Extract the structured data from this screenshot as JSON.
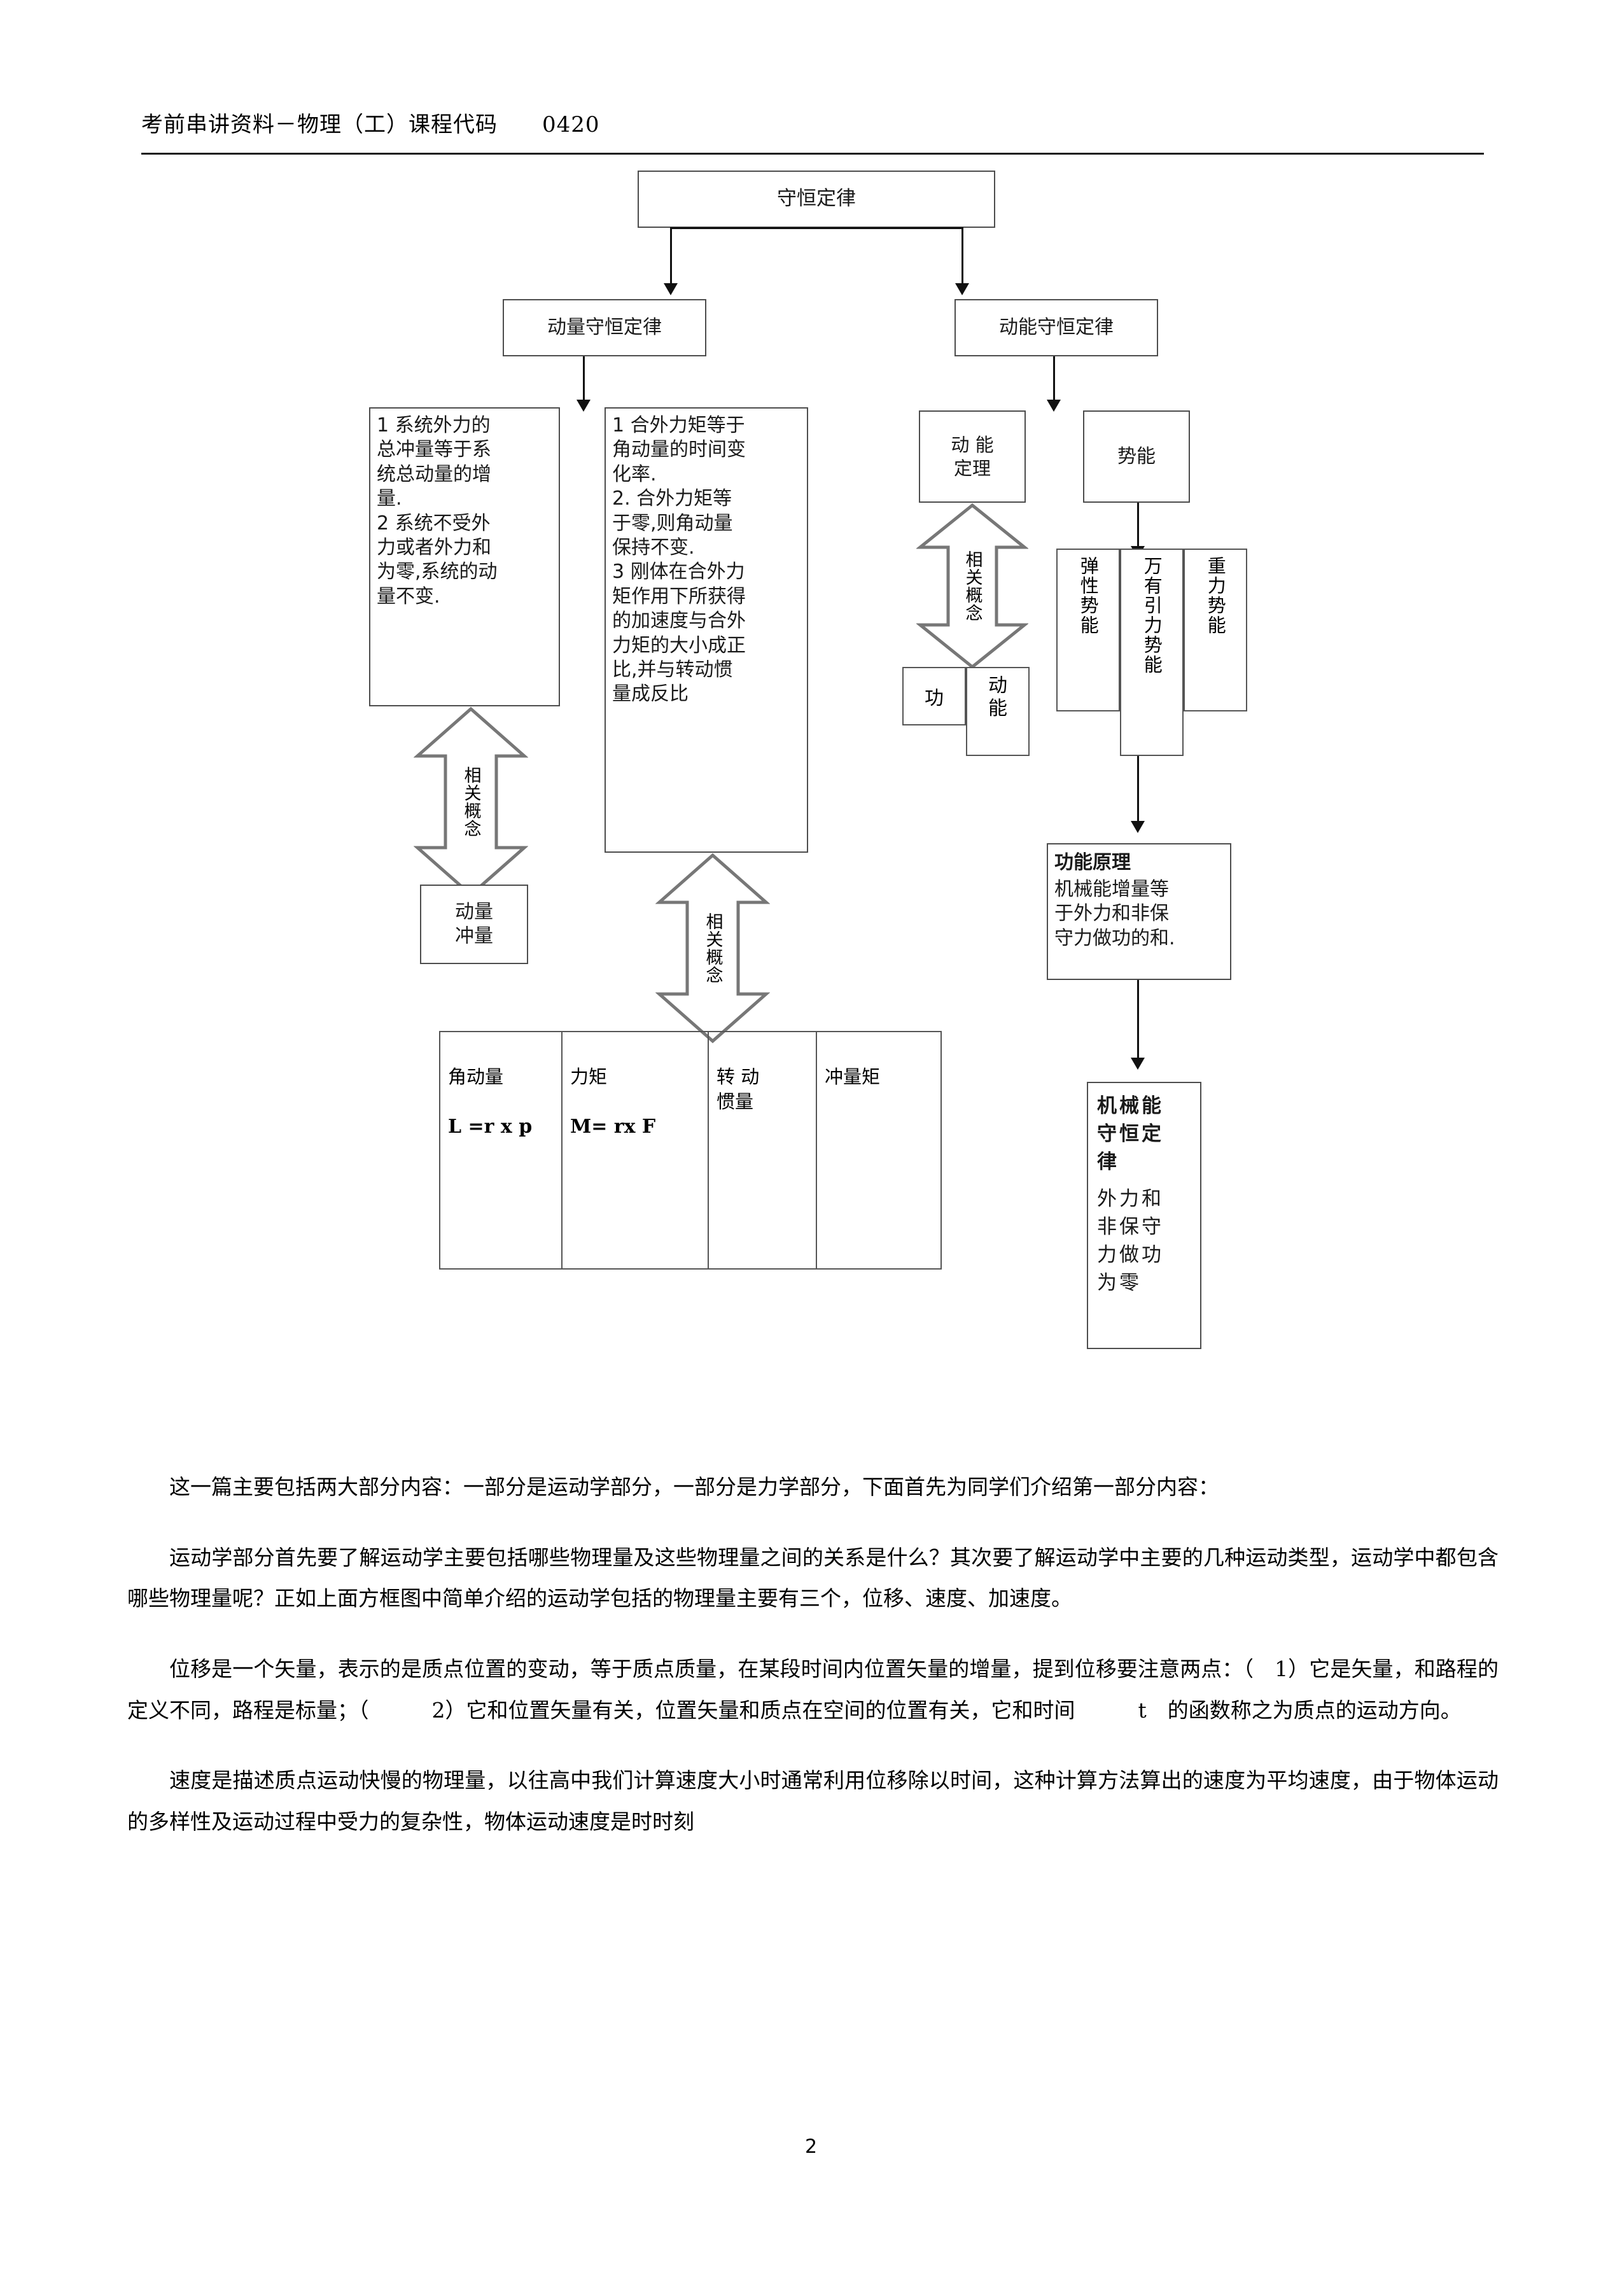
{
  "header": {
    "title": "考前串讲资料－物理（工）课程代码　　0420"
  },
  "diagram": {
    "title": "守恒定律",
    "root": "守恒定律",
    "level2": {
      "left": "动量守恒定律",
      "right": "动能守恒定律"
    },
    "momentum_laws": "1  系统外力的\n总冲量等于系\n统总动量的增\n量.\n2  系统不受外\n力或者外力和\n为零,系统的动\n量不变.",
    "angular_laws": "1  合外力矩等于\n角动量的时间变\n化率.\n2.  合外力矩等\n于零,则角动量\n保持不变.\n3  刚体在合外力\n矩作用下所获得\n的加速度与合外\n力矩的大小成正\n比,并与转动惯\n量成反比",
    "related_concept_label": "相关概念",
    "momentum_impulse": "动量\n冲量",
    "kinetic_theorem": "动  能\n定理",
    "work_box": "功",
    "kinetic_box": "动\n能",
    "potential_energy": "势能",
    "pe_columns": [
      "弹性势能",
      "万有引力势能",
      "重力势能"
    ],
    "work_energy_principle_title": "功能原理",
    "work_energy_principle_body": "机械能增量等\n于外力和非保\n守力做功的和.",
    "mech_energy_title": "机械能\n守恒定\n律",
    "mech_energy_body": "外力和\n非保守\n力做功\n为零",
    "quantities_table": [
      {
        "name": "角动量",
        "formula": "L =r x p"
      },
      {
        "name": "力矩",
        "formula": "M= rx F"
      },
      {
        "name": "转  动\n惯量",
        "formula": ""
      },
      {
        "name": "冲量矩",
        "formula": ""
      }
    ]
  },
  "body": {
    "paragraphs": [
      "这一篇主要包括两大部分内容：一部分是运动学部分，一部分是力学部分，下面首先为同学们介绍第一部分内容：",
      "运动学部分首先要了解运动学主要包括哪些物理量及这些物理量之间的关系是什么？其次要了解运动学中主要的几种运动类型，运动学中都包含哪些物理量呢？正如上面方框图中简单介绍的运动学包括的物理量主要有三个，位移、速度、加速度。",
      "位移是一个矢量，表示的是质点位置的变动，等于质点质量，在某段时间内位置矢量的增量，提到位移要注意两点：（　1）它是矢量，和路程的定义不同，路程是标量；（　　　2）它和位置矢量有关，位置矢量和质点在空间的位置有关，它和时间　　　t　的函数称之为质点的运动方向。",
      "速度是描述质点运动快慢的物理量，以往高中我们计算速度大小时通常利用位移除以时间，这种计算方法算出的速度为平均速度，由于物体运动的多样性及运动过程中受力的复杂性，物体运动速度是时时刻"
    ]
  },
  "footer": {
    "page_number": "2"
  }
}
